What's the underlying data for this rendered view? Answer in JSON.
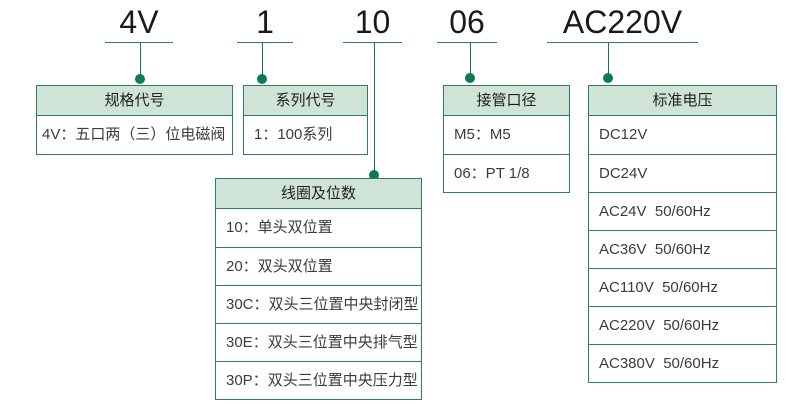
{
  "codes": [
    "4V",
    "1",
    "10",
    "06",
    "AC220V"
  ],
  "boxes": [
    {
      "header": "规格代号",
      "items": [
        "4V：五口两（三）位电磁阀"
      ]
    },
    {
      "header": "系列代号",
      "items": [
        "1：100系列"
      ]
    },
    {
      "header": "线圈及位数",
      "items": [
        "10：单头双位置",
        "20：双头双位置",
        "30C：双头三位置中央封闭型",
        "30E：双头三位置中央排气型",
        "30P：双头三位置中央压力型"
      ]
    },
    {
      "header": "接管口径",
      "items": [
        "M5：M5",
        "06：PT 1/8"
      ]
    },
    {
      "header": "标准电压",
      "items": [
        "DC12V",
        "DC24V",
        "AC24V  50/60Hz",
        "AC36V  50/60Hz",
        "AC110V  50/60Hz",
        "AC220V  50/60Hz",
        "AC380V  50/60Hz"
      ]
    }
  ],
  "colors": {
    "border": "#2e7d62",
    "header_fill": "#cfe3d6",
    "connector": "#0c7a55",
    "code_text": "#1a1a1a",
    "cell_text": "#3c3c3c"
  }
}
